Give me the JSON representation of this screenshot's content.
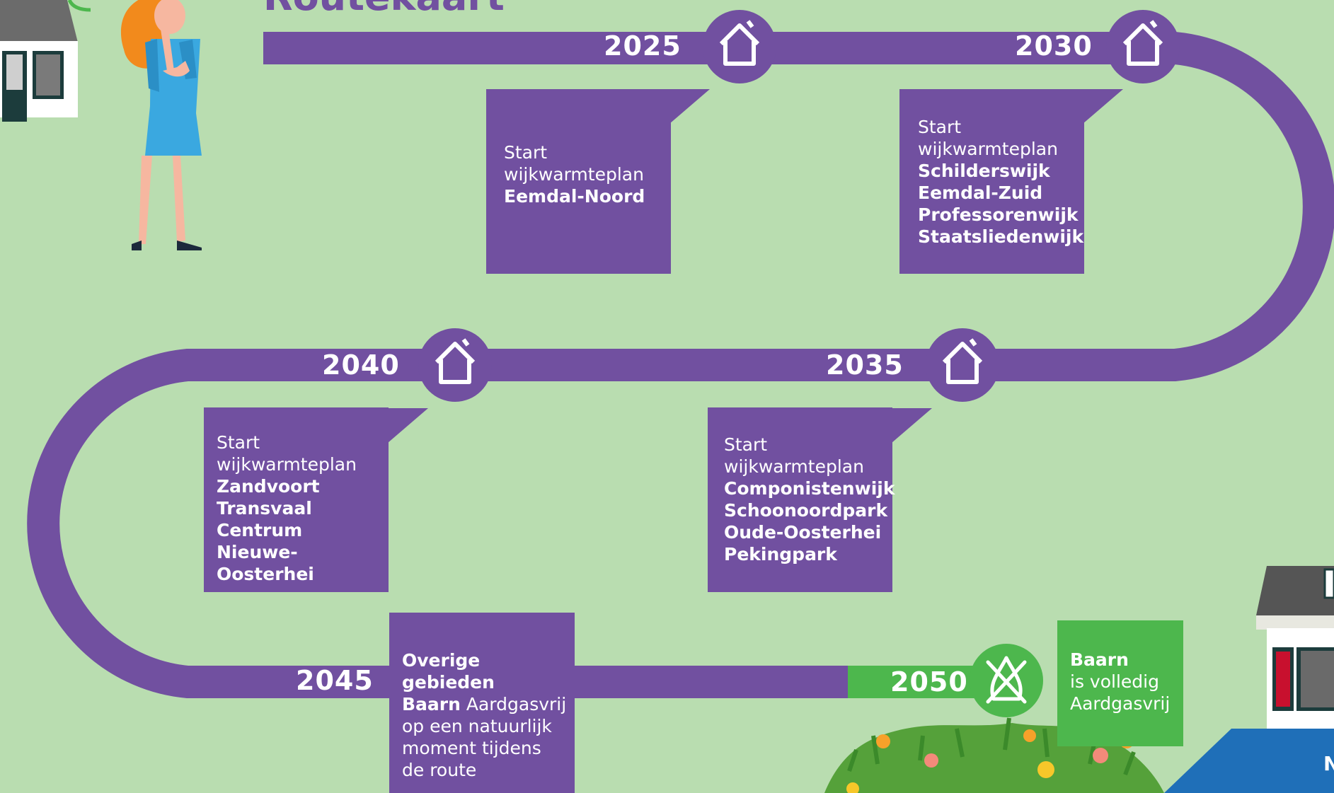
{
  "title": "Routekaart",
  "colors": {
    "background": "#b9ddb0",
    "path": "#7150a0",
    "goal": "#4db74d"
  },
  "milestones": [
    {
      "year": "2025",
      "icon": "house-icon",
      "prefix": [
        "Start",
        "wijkwarmteplan"
      ],
      "areas": [
        "Eemdal-Noord"
      ]
    },
    {
      "year": "2030",
      "icon": "house-icon",
      "prefix": [
        "Start",
        "wijkwarmteplan"
      ],
      "areas": [
        "Schilderswijk",
        "Eemdal-Zuid",
        "Professorenwijk",
        "Staatsliedenwijk"
      ]
    },
    {
      "year": "2035",
      "icon": "house-icon",
      "prefix": [
        "Start",
        "wijkwarmteplan"
      ],
      "areas": [
        "Componistenwijk",
        "Schoonoordpark",
        "Oude-Oosterhei",
        "Pekingpark"
      ]
    },
    {
      "year": "2040",
      "icon": "house-icon",
      "prefix": [
        "Start",
        "wijkwarmteplan"
      ],
      "areas": [
        "Zandvoort",
        "Transvaal",
        "Centrum",
        "Nieuwe-Oosterhei"
      ]
    }
  ],
  "m2045": {
    "year": "2045",
    "line1_bold": "Overige gebieden",
    "line2_bold": "Baarn",
    "line2_rest": " Aardgasvrij",
    "line3": "op een natuurlijk",
    "line4": "moment tijdens",
    "line5": "de route"
  },
  "m2050": {
    "year": "2050",
    "icon": "no-gas-flame-icon",
    "line1_bold": "Baarn",
    "line2": "is volledig",
    "line3": "Aardgasvrij"
  },
  "corner_text": "N"
}
